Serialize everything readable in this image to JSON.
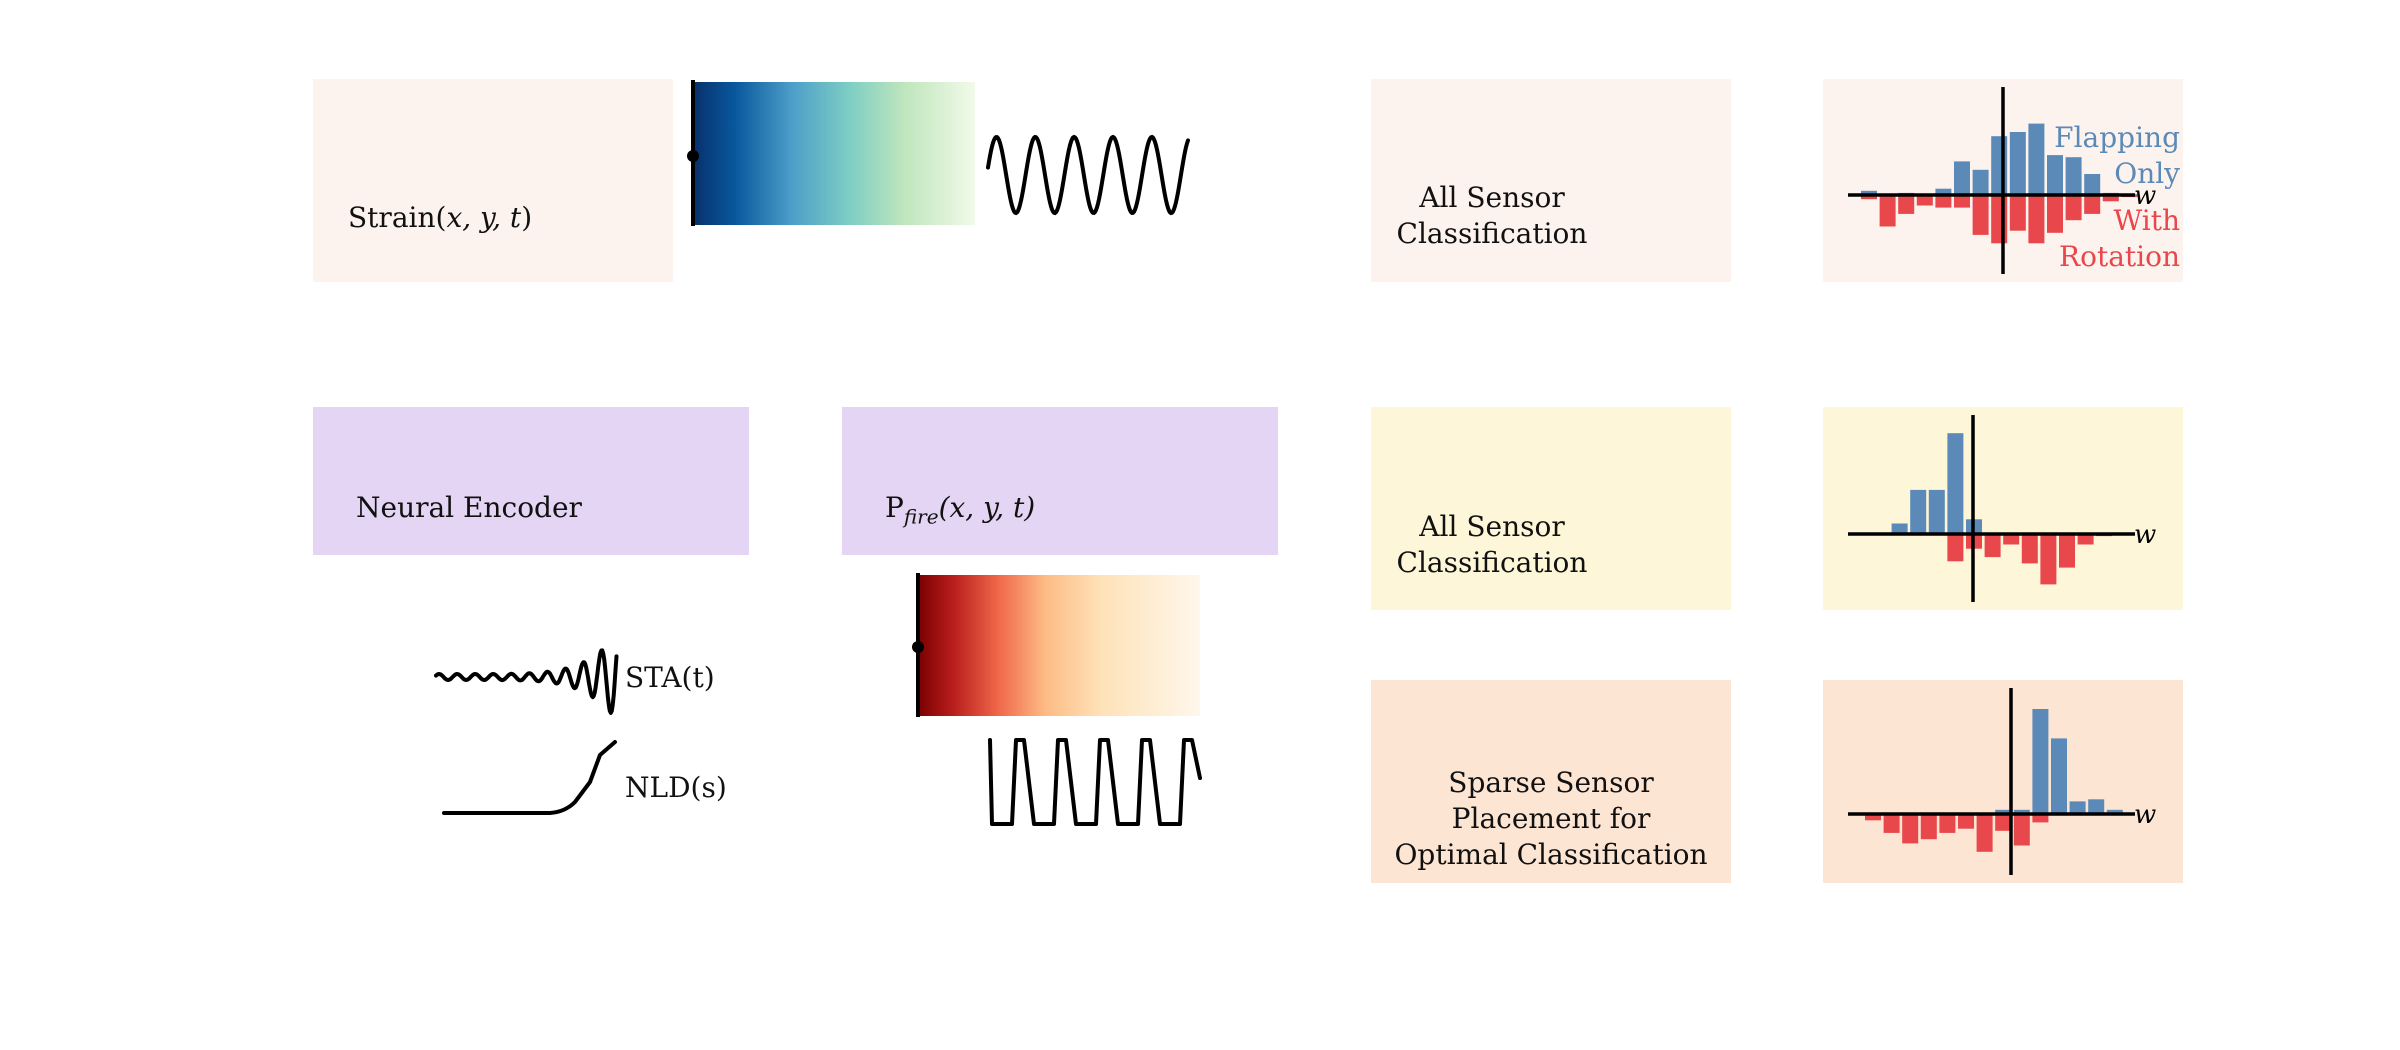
{
  "top_row": {
    "strain_label_prefix": "Strain(",
    "strain_label_vars": "x, y, t",
    "strain_label_suffix": ")",
    "all_sensor_label_1": "All Sensor",
    "all_sensor_label_2": "Classification",
    "legend_flapping_1": "Flapping",
    "legend_flapping_2": "Only",
    "legend_rotation_1": "With",
    "legend_rotation_2": "Rotation",
    "axis_label": "w"
  },
  "middle_row": {
    "encoder_label": "Neural Encoder",
    "pfire_prefix": "P",
    "pfire_sub": "fire",
    "pfire_vars": "(x, y, t)",
    "all_sensor_label_1": "All Sensor",
    "all_sensor_label_2": "Classification",
    "axis_label": "w"
  },
  "lower": {
    "sta_label": "STA(t)",
    "nld_label": "NLD(s)",
    "sparse_label_1": "Sparse Sensor",
    "sparse_label_2": "Placement for",
    "sparse_label_3": "Optimal Classification",
    "axis_label": "w"
  },
  "colors": {
    "flapping": "#5b8ab8",
    "rotation": "#e8474b",
    "strain_gradient": [
      "#08519c",
      "#3182bd",
      "#7bc4c4",
      "#bae4bc",
      "#f0f9e8"
    ],
    "fire_gradient": [
      "#8b0000",
      "#c8312a",
      "#f47c4f",
      "#fdd49e",
      "#fff5eb"
    ]
  },
  "chart_data": [
    {
      "type": "bar",
      "name_hint": "top histogram",
      "series": [
        {
          "name": "Flapping Only",
          "values": [
            0.1,
            0,
            0.05,
            0.02,
            0.15,
            0.8,
            0.6,
            1.4,
            1.5,
            1.7,
            0.95,
            0.9,
            0.5,
            0.05,
            0.02
          ]
        },
        {
          "name": "With Rotation",
          "values": [
            -0.1,
            -0.75,
            -0.45,
            -0.25,
            -0.3,
            -0.3,
            -0.95,
            -1.15,
            -0.85,
            -1.15,
            -0.9,
            -0.6,
            -0.45,
            -0.15,
            -0.05
          ]
        }
      ],
      "xlabel": "w"
    },
    {
      "type": "bar",
      "name_hint": "middle histogram",
      "series": [
        {
          "name": "Flapping Only",
          "values": [
            0,
            0.25,
            1.05,
            1.05,
            2.4,
            0.35,
            0,
            0,
            0,
            0,
            0,
            0,
            0
          ]
        },
        {
          "name": "With Rotation",
          "values": [
            0,
            0,
            0,
            0,
            -0.65,
            -0.35,
            -0.55,
            -0.25,
            -0.7,
            -1.2,
            -0.8,
            -0.25,
            -0.05
          ]
        }
      ],
      "xlabel": "w"
    },
    {
      "type": "bar",
      "name_hint": "bottom histogram",
      "series": [
        {
          "name": "Flapping Only",
          "values": [
            0,
            0,
            0,
            0,
            0,
            0,
            0,
            0.1,
            0.1,
            2.5,
            1.8,
            0.3,
            0.35,
            0.1
          ]
        },
        {
          "name": "With Rotation",
          "values": [
            -0.15,
            -0.45,
            -0.7,
            -0.6,
            -0.45,
            -0.35,
            -0.9,
            -0.4,
            -0.75,
            -0.2,
            0,
            0,
            0,
            0
          ]
        }
      ],
      "xlabel": "w"
    }
  ]
}
